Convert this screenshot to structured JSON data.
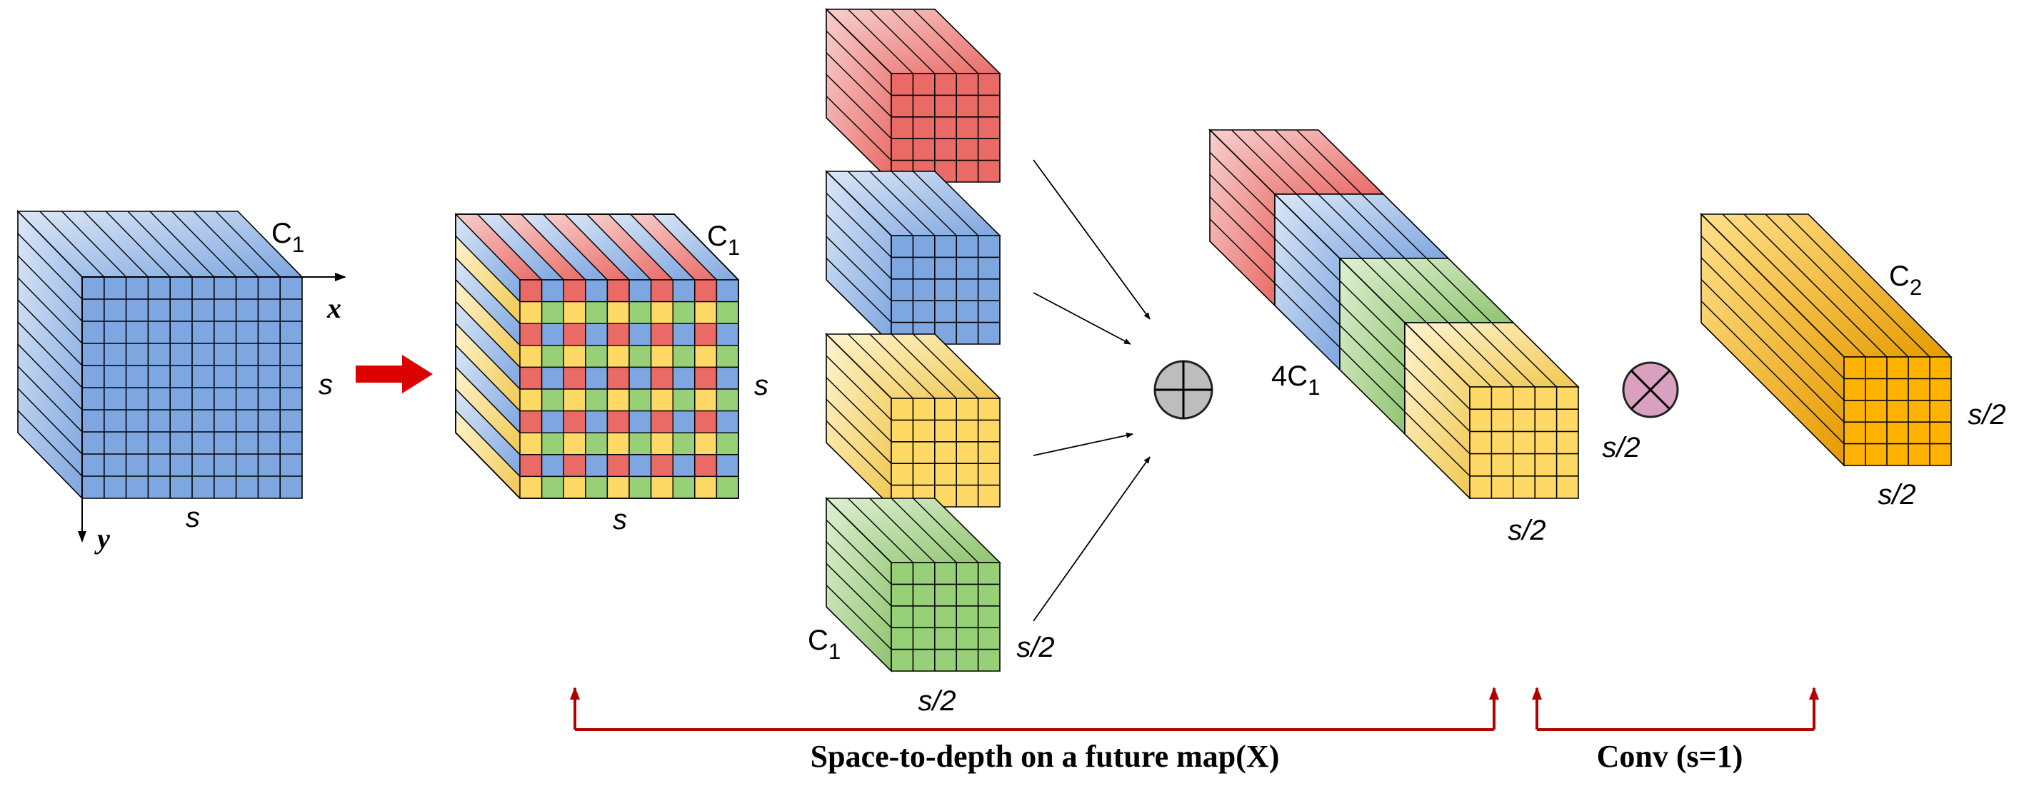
{
  "colors": {
    "blue": "#7ea6e0",
    "red": "#ea6b66",
    "yellow": "#ffd966",
    "green": "#97d077",
    "orange": "#ffb300",
    "arrow_red": "#dd0000",
    "bracket_red": "#b20000",
    "sum_fill": "#bdbdbd",
    "mul_fill": "#d9a0c0"
  },
  "input_cube": {
    "channel_label": "C",
    "channel_sub": "1",
    "size_right": "s",
    "size_bottom": "s",
    "axis_x": "x",
    "axis_y": "y"
  },
  "checker_cube": {
    "channel_label": "C",
    "channel_sub": "1",
    "size_right": "s",
    "size_bottom": "s"
  },
  "sub_maps": {
    "channel_label": "C",
    "channel_sub": "1",
    "size_right": "s/2",
    "size_bottom": "s/2"
  },
  "operators": {
    "concat": "⊕",
    "conv": "⊗"
  },
  "concat_block": {
    "channel_label": "4C",
    "channel_sub": "1",
    "size_right": "s/2",
    "size_bottom": "s/2"
  },
  "output_block": {
    "channel_label": "C",
    "channel_sub": "2",
    "size_right": "s/2",
    "size_bottom": "s/2"
  },
  "brackets": {
    "left_caption": "Space-to-depth on a future map(X)",
    "right_caption": "Conv (s=1)"
  }
}
